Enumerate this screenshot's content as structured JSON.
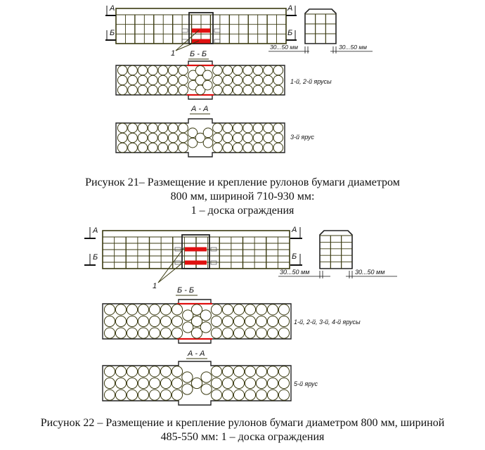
{
  "colors": {
    "line": "#3a3a10",
    "board": "#e01010",
    "paper": "#ffffff"
  },
  "figure21": {
    "section_a": "А",
    "section_b": "Б",
    "leader_number": "1",
    "section_bb_title": "Б - Б",
    "section_aa_title": "А - А",
    "tiers_bb_label": "1-й, 2-й ярусы",
    "tier_aa_label": "3-й ярус",
    "gap_left": "30...50 мм",
    "gap_right": "30...50 мм",
    "caption": {
      "line1": "Рисунок 21– Размещение и крепление рулонов бумаги диаметром",
      "line2": "800 мм, шириной 710-930 мм:",
      "line3": "1 – доска ограждения"
    }
  },
  "figure22": {
    "section_a": "А",
    "section_b": "Б",
    "leader_number": "1",
    "section_bb_title": "Б - Б",
    "section_aa_title": "А - А",
    "tiers_bb_label": "1-й, 2-й, 3-й, 4-й ярусы",
    "tier_aa_label": "5-й ярус",
    "gap_left": "30...50 мм",
    "gap_right": "30...50 мм",
    "caption": {
      "line1": "Рисунок  22 – Размещение и крепление рулонов  бумаги диаметром 800 мм, шириной",
      "line2": "485-550 мм:  1 – доска ограждения"
    }
  }
}
